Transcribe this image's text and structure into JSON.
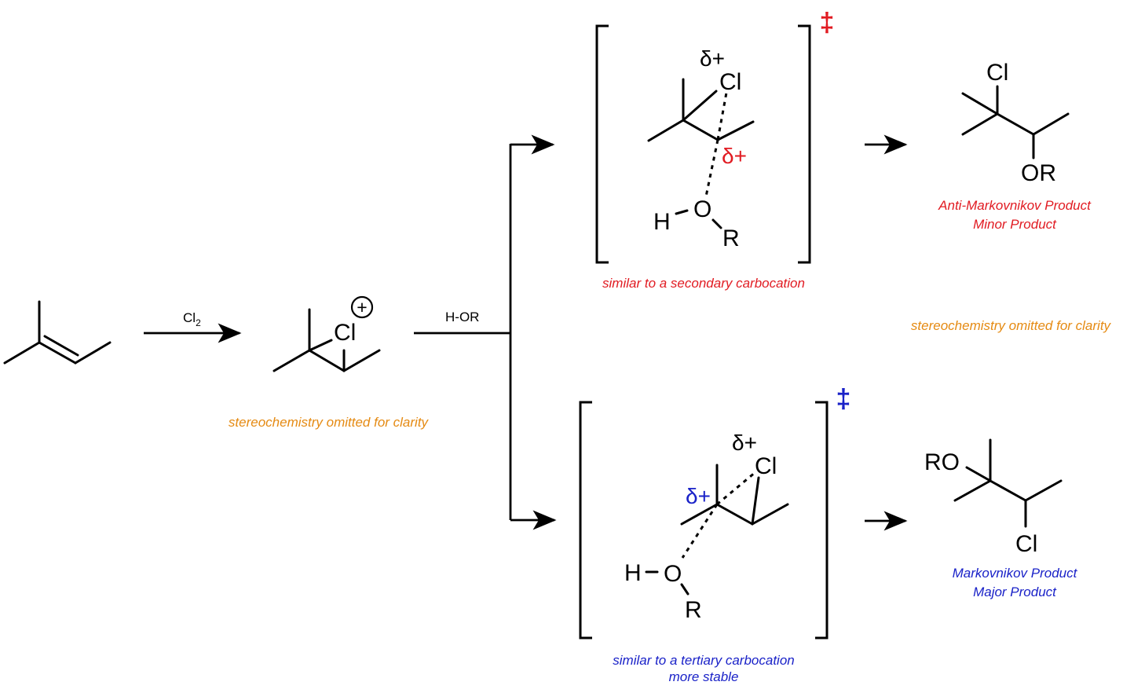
{
  "reagents": {
    "cl2_main": "Cl",
    "cl2_sub": "2",
    "hor": "H-OR"
  },
  "atoms": {
    "cl": "Cl",
    "plus": "+",
    "delta_plus": "δ+",
    "h": "H",
    "o": "O",
    "r": "R",
    "or": "OR",
    "ro": "RO",
    "dagger": "‡"
  },
  "captions": {
    "stereo_intermediate": "stereochemistry omitted for clarity",
    "stereo_products": "stereochemistry omitted for clarity",
    "ts_top": "similar to a secondary carbocation",
    "ts_bottom_line1": "similar to a tertiary carbocation",
    "ts_bottom_line2": "more stable",
    "anti_markovnikov_line1": "Anti-Markovnikov Product",
    "anti_markovnikov_line2": "Minor Product",
    "markovnikov_line1": "Markovnikov Product",
    "markovnikov_line2": "Major Product"
  },
  "colors": {
    "orange": "#e58a12",
    "red": "#e11b22",
    "blue": "#1a22c8",
    "black": "#000000"
  }
}
